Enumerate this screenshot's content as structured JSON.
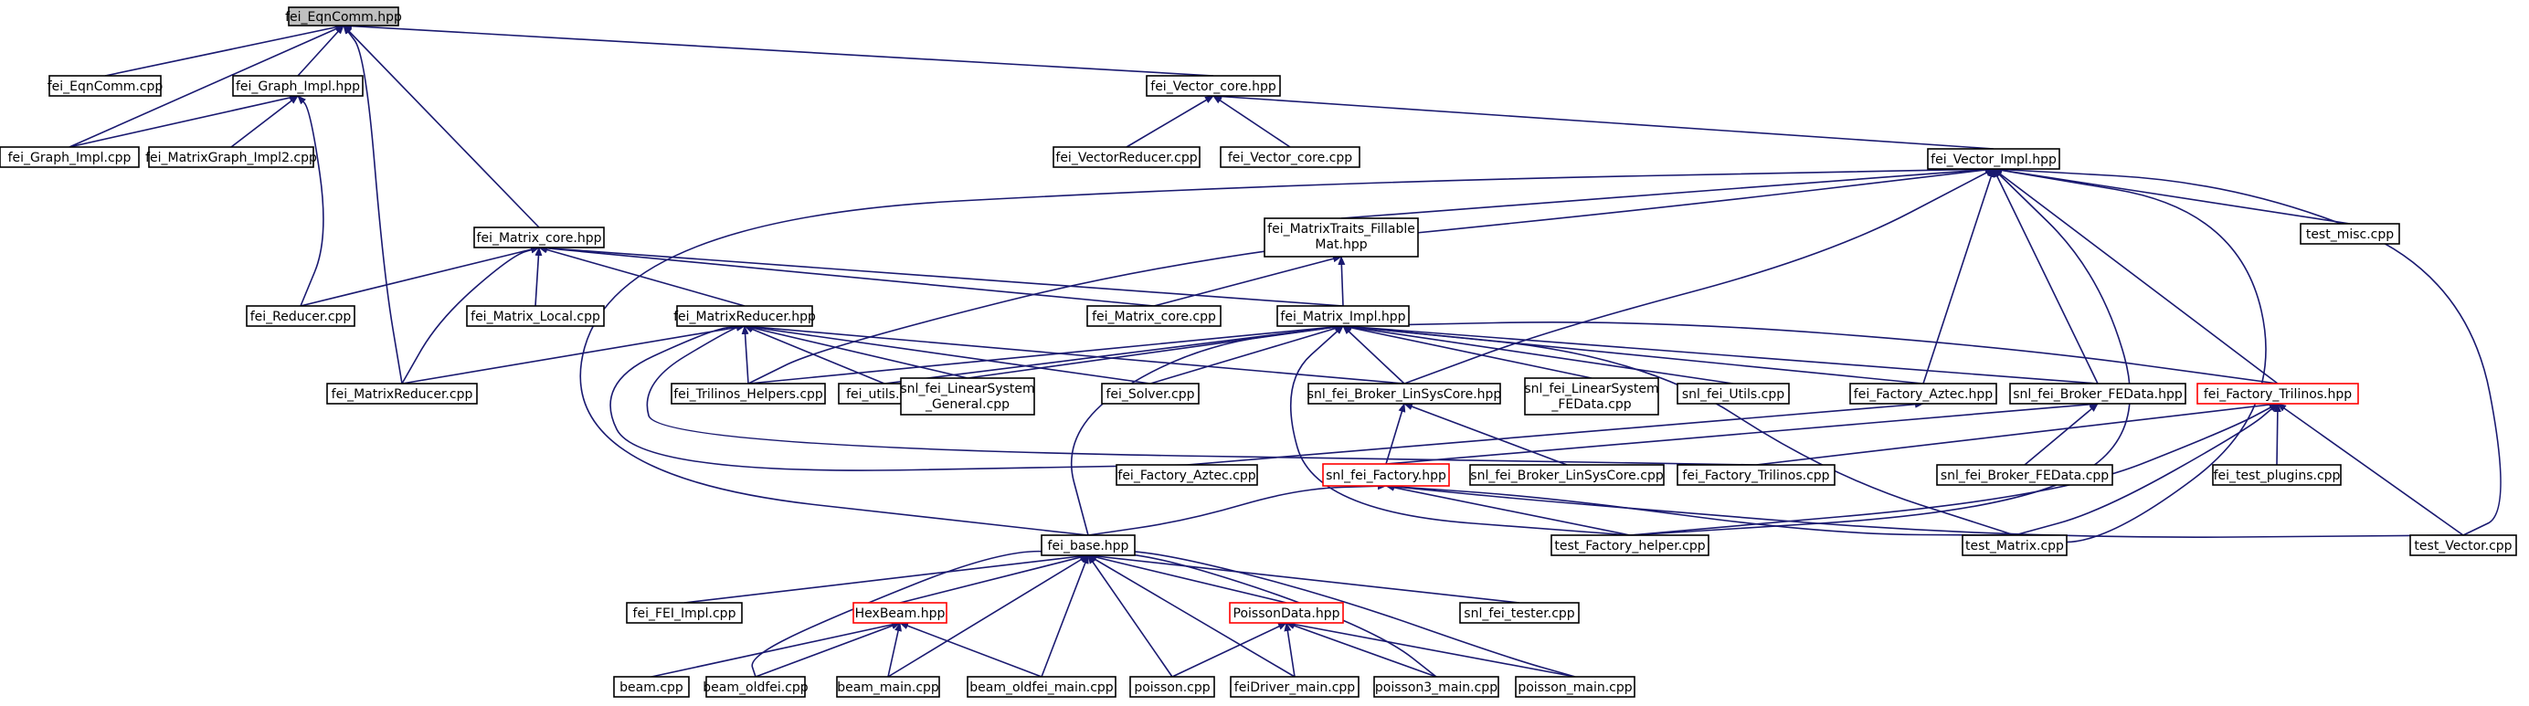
{
  "graph": {
    "colors": {
      "edge": "#191970",
      "root_fill": "#bfbfbf",
      "truncated_border": "#ff0000",
      "border": "#000000"
    },
    "nodes": [
      {
        "id": "eqncomm_hpp",
        "label": "fei_EqnComm.hpp",
        "kind": "root"
      },
      {
        "id": "eqncomm_cpp",
        "label": "fei_EqnComm.cpp"
      },
      {
        "id": "graph_impl_hpp",
        "label": "fei_Graph_Impl.hpp"
      },
      {
        "id": "graph_impl_cpp",
        "label": "fei_Graph_Impl.cpp"
      },
      {
        "id": "matrixgraph_impl2_cpp",
        "label": "fei_MatrixGraph_Impl2.cpp"
      },
      {
        "id": "vector_core_hpp",
        "label": "fei_Vector_core.hpp"
      },
      {
        "id": "vectorreducer_cpp",
        "label": "fei_VectorReducer.cpp"
      },
      {
        "id": "vector_core_cpp",
        "label": "fei_Vector_core.cpp"
      },
      {
        "id": "vector_impl_hpp",
        "label": "fei_Vector_Impl.hpp"
      },
      {
        "id": "test_misc_cpp",
        "label": "test_misc.cpp"
      },
      {
        "id": "matrix_core_hpp",
        "label": "fei_Matrix_core.hpp"
      },
      {
        "id": "matrixtraits_hpp",
        "label": "fei_MatrixTraits_Fillable\nMat.hpp"
      },
      {
        "id": "reducer_cpp",
        "label": "fei_Reducer.cpp"
      },
      {
        "id": "matrix_local_cpp",
        "label": "fei_Matrix_Local.cpp"
      },
      {
        "id": "matrix_core_cpp",
        "label": "fei_Matrix_core.cpp"
      },
      {
        "id": "matrix_impl_hpp",
        "label": "fei_Matrix_Impl.hpp"
      },
      {
        "id": "matrixreducer_hpp",
        "label": "fei_MatrixReducer.hpp"
      },
      {
        "id": "matrixreducer_cpp",
        "label": "fei_MatrixReducer.cpp"
      },
      {
        "id": "trilinos_helpers_cpp",
        "label": "fei_Trilinos_Helpers.cpp"
      },
      {
        "id": "utils_cpp",
        "label": "fei_utils.cpp"
      },
      {
        "id": "linsys_general_cpp",
        "label": "snl_fei_LinearSystem\n_General.cpp"
      },
      {
        "id": "solver_cpp",
        "label": "fei_Solver.cpp"
      },
      {
        "id": "broker_linsyscore_hpp",
        "label": "snl_fei_Broker_LinSysCore.hpp"
      },
      {
        "id": "linsys_fedata_cpp",
        "label": "snl_fei_LinearSystem\n_FEData.cpp"
      },
      {
        "id": "snl_utils_cpp",
        "label": "snl_fei_Utils.cpp"
      },
      {
        "id": "factory_aztec_hpp",
        "label": "fei_Factory_Aztec.hpp"
      },
      {
        "id": "broker_fedata_hpp",
        "label": "snl_fei_Broker_FEData.hpp"
      },
      {
        "id": "factory_trilinos_hpp",
        "label": "fei_Factory_Trilinos.hpp",
        "kind": "truncated"
      },
      {
        "id": "factory_aztec_cpp",
        "label": "fei_Factory_Aztec.cpp"
      },
      {
        "id": "snl_factory_hpp",
        "label": "snl_fei_Factory.hpp",
        "kind": "truncated"
      },
      {
        "id": "broker_linsyscore_cpp",
        "label": "snl_fei_Broker_LinSysCore.cpp"
      },
      {
        "id": "factory_trilinos_cpp",
        "label": "fei_Factory_Trilinos.cpp"
      },
      {
        "id": "broker_fedata_cpp",
        "label": "snl_fei_Broker_FEData.cpp"
      },
      {
        "id": "test_plugins_cpp",
        "label": "fei_test_plugins.cpp"
      },
      {
        "id": "fei_base_hpp",
        "label": "fei_base.hpp"
      },
      {
        "id": "test_factory_helper_cpp",
        "label": "test_Factory_helper.cpp"
      },
      {
        "id": "test_matrix_cpp",
        "label": "test_Matrix.cpp"
      },
      {
        "id": "test_vector_cpp",
        "label": "test_Vector.cpp"
      },
      {
        "id": "fei_impl_cpp",
        "label": "fei_FEI_Impl.cpp"
      },
      {
        "id": "hexbeam_hpp",
        "label": "HexBeam.hpp",
        "kind": "truncated"
      },
      {
        "id": "poissondata_hpp",
        "label": "PoissonData.hpp",
        "kind": "truncated"
      },
      {
        "id": "snl_tester_cpp",
        "label": "snl_fei_tester.cpp"
      },
      {
        "id": "beam_cpp",
        "label": "beam.cpp"
      },
      {
        "id": "beam_oldfei_cpp",
        "label": "beam_oldfei.cpp"
      },
      {
        "id": "beam_main_cpp",
        "label": "beam_main.cpp"
      },
      {
        "id": "beam_oldfei_main_cpp",
        "label": "beam_oldfei_main.cpp"
      },
      {
        "id": "poisson_cpp",
        "label": "poisson.cpp"
      },
      {
        "id": "feidriver_main_cpp",
        "label": "feiDriver_main.cpp"
      },
      {
        "id": "poisson3_main_cpp",
        "label": "poisson3_main.cpp"
      },
      {
        "id": "poisson_main_cpp",
        "label": "poisson_main.cpp"
      }
    ],
    "edges": [
      [
        "eqncomm_cpp",
        "eqncomm_hpp"
      ],
      [
        "graph_impl_hpp",
        "eqncomm_hpp"
      ],
      [
        "graph_impl_cpp",
        "eqncomm_hpp"
      ],
      [
        "vector_core_hpp",
        "eqncomm_hpp"
      ],
      [
        "matrix_core_hpp",
        "eqncomm_hpp"
      ],
      [
        "matrixreducer_cpp",
        "eqncomm_hpp"
      ],
      [
        "graph_impl_cpp",
        "graph_impl_hpp"
      ],
      [
        "matrixgraph_impl2_cpp",
        "graph_impl_hpp"
      ],
      [
        "reducer_cpp",
        "graph_impl_hpp"
      ],
      [
        "vectorreducer_cpp",
        "vector_core_hpp"
      ],
      [
        "vector_core_cpp",
        "vector_core_hpp"
      ],
      [
        "vector_impl_hpp",
        "vector_core_hpp"
      ],
      [
        "test_misc_cpp",
        "vector_impl_hpp"
      ],
      [
        "matrixtraits_hpp",
        "vector_impl_hpp"
      ],
      [
        "fei_base_hpp",
        "vector_impl_hpp"
      ],
      [
        "trilinos_helpers_cpp",
        "vector_impl_hpp"
      ],
      [
        "broker_linsyscore_hpp",
        "vector_impl_hpp"
      ],
      [
        "factory_aztec_hpp",
        "vector_impl_hpp"
      ],
      [
        "broker_fedata_hpp",
        "vector_impl_hpp"
      ],
      [
        "factory_trilinos_hpp",
        "vector_impl_hpp"
      ],
      [
        "test_factory_helper_cpp",
        "vector_impl_hpp"
      ],
      [
        "test_matrix_cpp",
        "vector_impl_hpp"
      ],
      [
        "test_vector_cpp",
        "vector_impl_hpp"
      ],
      [
        "matrix_core_cpp",
        "matrixtraits_hpp"
      ],
      [
        "matrix_impl_hpp",
        "matrixtraits_hpp"
      ],
      [
        "reducer_cpp",
        "matrix_core_hpp"
      ],
      [
        "matrix_local_cpp",
        "matrix_core_hpp"
      ],
      [
        "matrix_core_cpp",
        "matrix_core_hpp"
      ],
      [
        "matrix_impl_hpp",
        "matrix_core_hpp"
      ],
      [
        "matrixreducer_hpp",
        "matrix_core_hpp"
      ],
      [
        "matrixreducer_cpp",
        "matrix_core_hpp"
      ],
      [
        "matrixreducer_cpp",
        "matrixreducer_hpp"
      ],
      [
        "trilinos_helpers_cpp",
        "matrixreducer_hpp"
      ],
      [
        "utils_cpp",
        "matrixreducer_hpp"
      ],
      [
        "linsys_general_cpp",
        "matrixreducer_hpp"
      ],
      [
        "solver_cpp",
        "matrixreducer_hpp"
      ],
      [
        "broker_linsyscore_hpp",
        "matrixreducer_hpp"
      ],
      [
        "factory_aztec_cpp",
        "matrixreducer_hpp"
      ],
      [
        "factory_trilinos_cpp",
        "matrixreducer_hpp"
      ],
      [
        "trilinos_helpers_cpp",
        "matrix_impl_hpp"
      ],
      [
        "utils_cpp",
        "matrix_impl_hpp"
      ],
      [
        "linsys_general_cpp",
        "matrix_impl_hpp"
      ],
      [
        "solver_cpp",
        "matrix_impl_hpp"
      ],
      [
        "broker_linsyscore_hpp",
        "matrix_impl_hpp"
      ],
      [
        "linsys_fedata_cpp",
        "matrix_impl_hpp"
      ],
      [
        "snl_utils_cpp",
        "matrix_impl_hpp"
      ],
      [
        "factory_aztec_hpp",
        "matrix_impl_hpp"
      ],
      [
        "broker_fedata_hpp",
        "matrix_impl_hpp"
      ],
      [
        "factory_trilinos_hpp",
        "matrix_impl_hpp"
      ],
      [
        "fei_base_hpp",
        "matrix_impl_hpp"
      ],
      [
        "test_factory_helper_cpp",
        "matrix_impl_hpp"
      ],
      [
        "test_matrix_cpp",
        "matrix_impl_hpp"
      ],
      [
        "snl_factory_hpp",
        "broker_linsyscore_hpp"
      ],
      [
        "broker_linsyscore_cpp",
        "broker_linsyscore_hpp"
      ],
      [
        "factory_aztec_cpp",
        "factory_aztec_hpp"
      ],
      [
        "snl_factory_hpp",
        "broker_fedata_hpp"
      ],
      [
        "broker_fedata_cpp",
        "broker_fedata_hpp"
      ],
      [
        "factory_trilinos_cpp",
        "factory_trilinos_hpp"
      ],
      [
        "test_plugins_cpp",
        "factory_trilinos_hpp"
      ],
      [
        "test_factory_helper_cpp",
        "factory_trilinos_hpp"
      ],
      [
        "test_matrix_cpp",
        "factory_trilinos_hpp"
      ],
      [
        "test_vector_cpp",
        "factory_trilinos_hpp"
      ],
      [
        "fei_base_hpp",
        "snl_factory_hpp"
      ],
      [
        "test_factory_helper_cpp",
        "snl_factory_hpp"
      ],
      [
        "test_matrix_cpp",
        "snl_factory_hpp"
      ],
      [
        "test_vector_cpp",
        "snl_factory_hpp"
      ],
      [
        "fei_impl_cpp",
        "fei_base_hpp"
      ],
      [
        "hexbeam_hpp",
        "fei_base_hpp"
      ],
      [
        "poissondata_hpp",
        "fei_base_hpp"
      ],
      [
        "snl_tester_cpp",
        "fei_base_hpp"
      ],
      [
        "beam_oldfei_cpp",
        "fei_base_hpp"
      ],
      [
        "beam_main_cpp",
        "fei_base_hpp"
      ],
      [
        "beam_oldfei_main_cpp",
        "fei_base_hpp"
      ],
      [
        "poisson_cpp",
        "fei_base_hpp"
      ],
      [
        "feidriver_main_cpp",
        "fei_base_hpp"
      ],
      [
        "poisson3_main_cpp",
        "fei_base_hpp"
      ],
      [
        "poisson_main_cpp",
        "fei_base_hpp"
      ],
      [
        "beam_cpp",
        "hexbeam_hpp"
      ],
      [
        "beam_oldfei_cpp",
        "hexbeam_hpp"
      ],
      [
        "beam_main_cpp",
        "hexbeam_hpp"
      ],
      [
        "beam_oldfei_main_cpp",
        "hexbeam_hpp"
      ],
      [
        "poisson_cpp",
        "poissondata_hpp"
      ],
      [
        "feidriver_main_cpp",
        "poissondata_hpp"
      ],
      [
        "poisson3_main_cpp",
        "poissondata_hpp"
      ],
      [
        "poisson_main_cpp",
        "poissondata_hpp"
      ]
    ]
  }
}
